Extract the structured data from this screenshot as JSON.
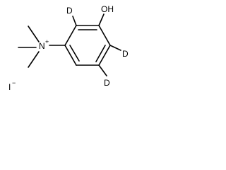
{
  "molecule": {
    "labels": {
      "hydroxyl": "OH",
      "deuterium_top": "D",
      "deuterium_right": "D",
      "deuterium_bottom": "D",
      "nitrogen": "N",
      "nitrogen_charge": "+",
      "iodide": "I",
      "iodide_charge": "−"
    }
  }
}
